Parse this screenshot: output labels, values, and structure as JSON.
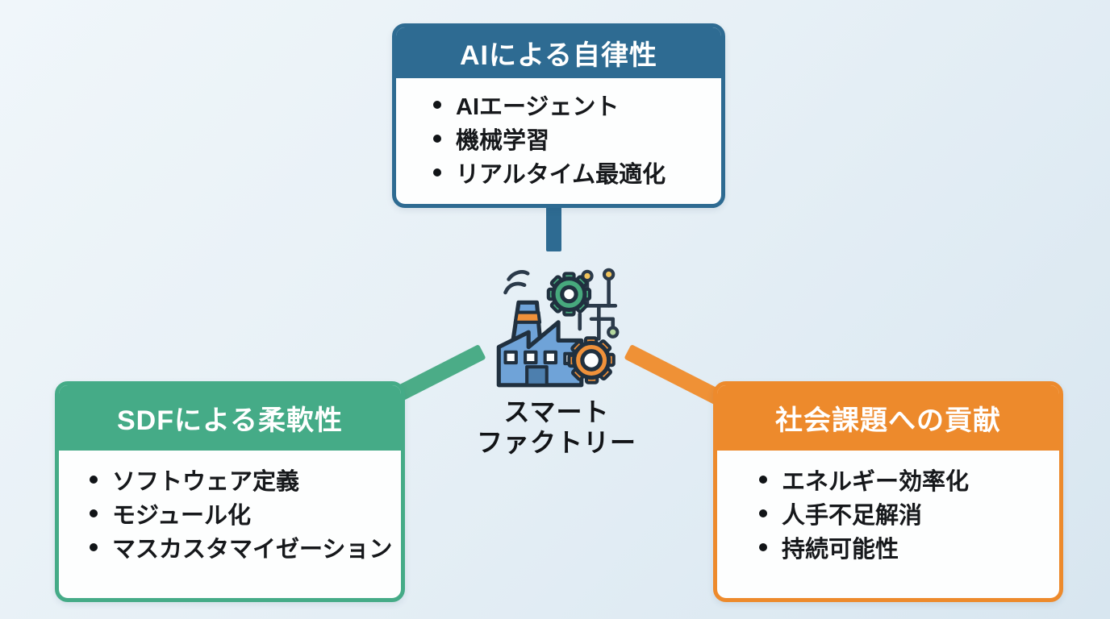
{
  "center": {
    "label_lines": [
      "スマート",
      "ファクトリー"
    ],
    "icon": "smart-factory-icon"
  },
  "boxes": {
    "top": {
      "title": "AIによる自律性",
      "accent_color": "#2e6b92",
      "items": [
        "AIエージェント",
        "機械学習",
        "リアルタイム最適化"
      ]
    },
    "left": {
      "title": "SDFによる柔軟性",
      "accent_color": "#45ab87",
      "items": [
        "ソフトウェア定義",
        "モジュール化",
        "マスカスタマイゼーション"
      ]
    },
    "right": {
      "title": "社会課題への貢献",
      "accent_color": "#ed8a2c",
      "items": [
        "エネルギー効率化",
        "人手不足解消",
        "持続可能性"
      ]
    }
  },
  "colors": {
    "background_start": "#f0f6fa",
    "background_end": "#d8e6f0",
    "card_body": "#fdfefe",
    "text": "#16181b",
    "connector_top": "#2e6b92",
    "connector_left": "#4bac87",
    "connector_right": "#ef9136"
  }
}
